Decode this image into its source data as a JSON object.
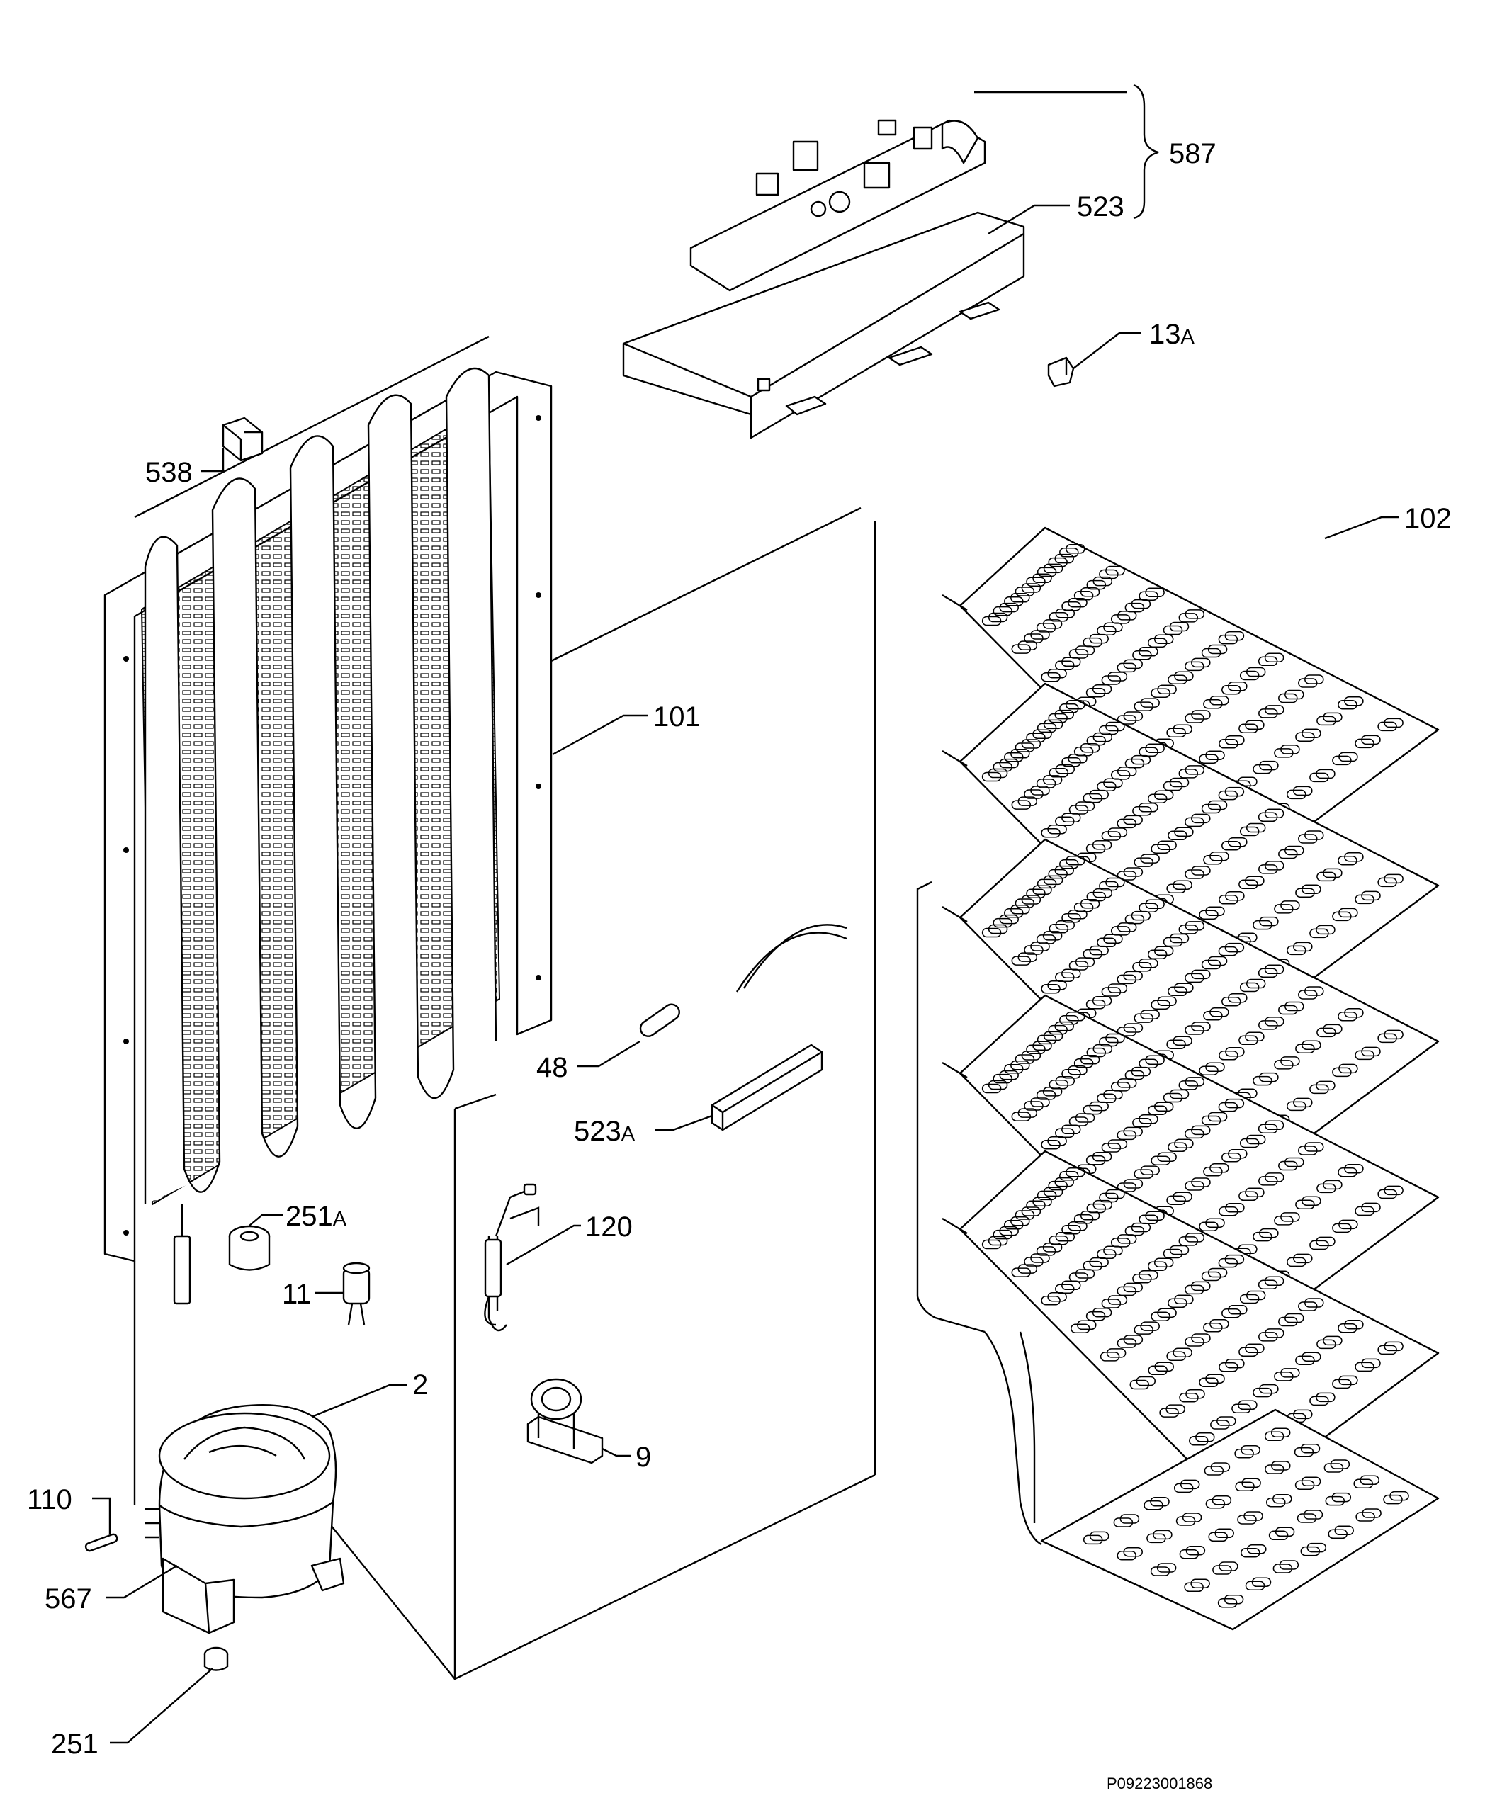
{
  "diagram": {
    "reference_code": "P09223001868",
    "labels": {
      "587": "587",
      "523": "523",
      "13A": "13",
      "13A_suffix": "A",
      "538": "538",
      "102": "102",
      "101": "101",
      "48": "48",
      "523A": "523",
      "523A_suffix": "A",
      "251A": "251",
      "251A_suffix": "A",
      "120": "120",
      "11": "11",
      "2": "2",
      "9": "9",
      "110": "110",
      "567": "567",
      "251": "251"
    }
  }
}
